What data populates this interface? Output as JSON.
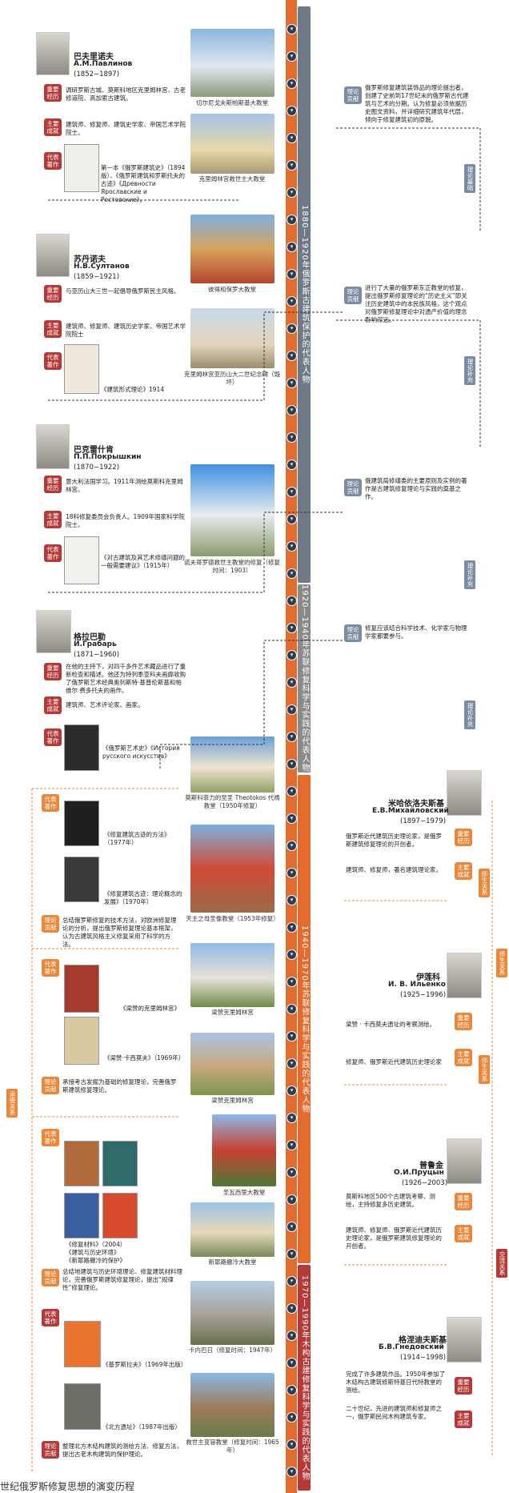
{
  "periods": [
    {
      "label": "1880—1920年俄罗斯古建筑保护的代表人物",
      "color": "#707a86"
    },
    {
      "label": "1920—1940年苏联修复科学与实践的代表人物",
      "color": "#8a8a8a"
    },
    {
      "label": "1940—1970年苏联修复科学与实践的代表人物",
      "color": "#e36b2d"
    },
    {
      "label": "1970—1990年木构古建修复科学与实践的代表人物",
      "color": "#b53a37"
    }
  ],
  "persons": [
    {
      "name_cn": "巴夫里诺夫",
      "name_ru": "A.M.Павлинов",
      "years": "(1852−1897)",
      "exp_tag": "重要经历",
      "exp": "调研罗斯古城、莫斯科地区克里姆林宫、古老修道院、高加索古建筑。",
      "ach_tag": "主要成就",
      "ach": "建筑师、修复师、建筑史学家、帝国艺术学院院士。",
      "work_tag": "代表著作",
      "work": "第一本《俄罗斯建筑史》（1894版）、《俄罗斯建筑和罗斯托夫的古迹》《Древности Ярославские и Ростовские》。"
    },
    {
      "name_cn": "苏丹诺夫",
      "name_ru": "Н.В.Султанов",
      "years": "(1859−1921)",
      "exp_tag": "重要经历",
      "exp": "与亚历山大三世一起倡导俄罗斯民主风格。",
      "ach_tag": "主要成就",
      "ach": "建筑师、修复师、建筑历史学家、帝国艺术学院院士",
      "work_tag": "代表著作",
      "work": "《建筑形式理论》1914"
    },
    {
      "name_cn": "巴克雷什肯",
      "name_ru": "П.П.Покрышкин",
      "years": "(1870−1922)",
      "exp_tag": "重要经历",
      "exp": "意大利法国学习。1911年测绘莫斯科克里姆林宫。",
      "ach_tag": "主要成就",
      "ach": "18科修复委员会负责人。1909年国家科学院院士。",
      "work_tag": "代表著作",
      "work": "《对古建筑及其艺术修缮问题的一般需要建议》（1915年）"
    },
    {
      "name_cn": "格拉巴勒",
      "name_ru": "И.Грабарь",
      "years": "(1871−1960)",
      "exp_tag": "重要经历",
      "exp": "在他的主持下，对四千多件艺术藏品进行了重新检查和描述。他还为特列季亚科夫画廊收购了俄罗斯艺术经典奥列斯特·基普伦斯基和帕维尔·费多托夫的画作。",
      "ach_tag": "主要成就",
      "ach": "建筑师、艺术评论家、画家。",
      "work_tag": "代表著作",
      "work": "《俄罗斯艺术史》《История русского искусства》"
    },
    {
      "name_cn": "米哈依洛夫斯基",
      "name_ru": "Е.В.Михайловский",
      "years": "(1897−1979)",
      "exp_tag": "重要经历",
      "exp": "俄罗斯近代建筑历史理论家，是俄罗斯建筑修复理论的开创者。",
      "ach_tag": "主要成就",
      "ach": "建筑师、修复师，著名建筑理论家。"
    },
    {
      "name_cn": "伊莲科",
      "name_ru": "И. В. Ильенко",
      "years": "(1925−1996)",
      "exp_tag": "重要经历",
      "exp": "梁赞 · 卡西莫夫遗址的考察测绘。",
      "ach_tag": "主要成就",
      "ach": "修复师、俄罗斯近代建筑历史理论家"
    },
    {
      "name_cn": "普鲁金",
      "name_ru": "О.И.Пруцын",
      "years": "(1926−2003)",
      "exp_tag": "重要经历",
      "exp": "莫斯科地区500个古建筑考察、测绘，主持修复多历史建筑。",
      "ach_tag": "主要成就",
      "ach": "建筑师、修复师、俄罗斯近代建筑历史理论家，是俄罗斯建筑修复理论的开创者。"
    },
    {
      "name_cn": "格涅迪夫斯基",
      "name_ru": "Б.В.Гнедовский",
      "years": "(1914−1998)",
      "exp_tag": "重要经历",
      "exp": "完成了许多建筑作品。1950年参加了木结构古建筑修斯特基日代特教堂的测绘。",
      "ach_tag": "主要成就",
      "ach": "二十世纪，先进的建筑师和修复师之一，俄罗斯民间木构建筑专家。"
    }
  ],
  "buildings": [
    {
      "caption": "切尔尼戈夫斯帕斯基大教堂"
    },
    {
      "caption": "克里姆林宫救世主大教堂"
    },
    {
      "caption": "彼得和保罗大教堂"
    },
    {
      "caption": "克里姆林宫亚历山大二世纪念碑（毁坏）"
    },
    {
      "caption": "诺夫哥罗德救世主教堂的修复（修复时间：1903）"
    },
    {
      "caption": "莫斯科菲力的至圣 Theotokos 代祷教堂（1950年修复）"
    },
    {
      "caption": "天主之母圣像教堂（1953年修复）"
    },
    {
      "caption": "梁赞克里姆林宫"
    },
    {
      "caption": "梁赞克里姆林宫"
    },
    {
      "caption": "圣瓦西里大教堂"
    },
    {
      "caption": "新耶路撒冷大教堂"
    },
    {
      "caption": "卡内巴日（修复时间：1947年）"
    },
    {
      "caption": "救世主变容教堂（修复时间：1965年）"
    }
  ],
  "theory": [
    {
      "tag": "理论贡献",
      "text": "俄罗斯修复建筑装饰品的理论提出者，创建了史前到17世纪末的俄罗斯古代建筑与艺术的分期。认为修复必须依据历史图文资料，并详细研究建筑年代层，倾向于修复建筑初的原貌。"
    },
    {
      "tag": "理论贡献",
      "text": "进行了大量的俄罗斯东正教堂的修复，提出俄罗斯修复理论的“历史主义”即关注历史建筑中的本民族风格，这个观点对俄罗斯修复理论中对遗产价值的理念影响深远。"
    },
    {
      "tag": "理论贡献",
      "text": "俄建筑局修缮委的主要原则及实例的著作是古建筑修复理论与实践的奠基之作。"
    },
    {
      "tag": "理论贡献",
      "text": "修复应该结合科学技术、化学家与物理学家都要参与。"
    },
    {
      "tag": "理论贡献",
      "text": "总结俄罗斯修复的技术方法，对欧洲修复理论的分析，提出俄罗斯修复理论基本框架，认为古建筑风格主义修复采用了科学的方法。"
    },
    {
      "tag": "理论贡献",
      "text": "承接考古发掘为基础的修复理论，完善俄罗斯建筑修复理论。"
    },
    {
      "tag": "理论贡献",
      "text": "总结地建筑与历史环境理论、修复建筑材料理论，完善俄罗斯建筑修复理论，提出“规律性”修复理论。"
    },
    {
      "tag": "理论贡献",
      "text": "整理北方木结构建筑的测绘方法、修复方法，提出古老木构建筑的保护理论。"
    }
  ],
  "works_orange": [
    {
      "tag": "代表著作",
      "items": [
        "《修复建筑古迹的方法》（1977年）",
        "《修复建筑古迹：理论概念的发展》（1970年）"
      ]
    },
    {
      "tag": "代表著作",
      "items": [
        "《梁赞的克里姆林宫》",
        "《梁赞·卡西莫夫》（1969年）"
      ]
    },
    {
      "tag": "代表著作",
      "items": [
        "《修复材料》（2004）",
        "《建筑与历史环境》",
        "《新耶路撒冷的保护》"
      ]
    },
    {
      "tag": "代表著作",
      "items": [
        "《基罗斯拉夫》（1969年出版）",
        "《北方遗址》（1987年出版）"
      ]
    }
  ],
  "side_labels": {
    "theory_base": "理论基础",
    "theory_supp": "理论补充",
    "teacher": "师生关系",
    "inherit": "承接关系",
    "exchange": "交流关系"
  },
  "footer": "世纪俄罗斯修复思想的演变历程",
  "colors": {
    "accent": "#e36b2d",
    "dark": "#b53a37",
    "grey": "#707a86"
  }
}
